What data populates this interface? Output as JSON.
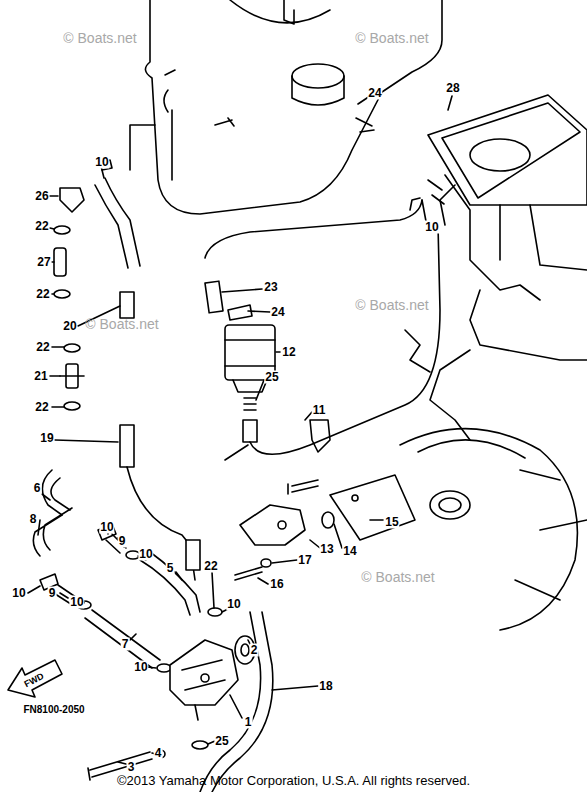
{
  "diagram": {
    "caption": "©2013 Yamaha Motor Corporation, U.S.A. All rights reserved.",
    "labels": [
      "28",
      "24",
      "10",
      "26",
      "22",
      "27",
      "22",
      "20",
      "10",
      "23",
      "24",
      "12",
      "22",
      "21",
      "25",
      "22",
      "11",
      "19",
      "6",
      "8",
      "10",
      "9",
      "10",
      "15",
      "13",
      "14",
      "5",
      "17",
      "22",
      "16",
      "10",
      "9",
      "10",
      "10",
      "7",
      "10",
      "2",
      "18",
      "FN8100-2050",
      "1",
      "25",
      "4",
      "3",
      "FWD",
      "© Boats.net",
      "© Boats.net",
      "© Boats.net",
      "© Boats.net",
      "© Boats.net"
    ]
  }
}
